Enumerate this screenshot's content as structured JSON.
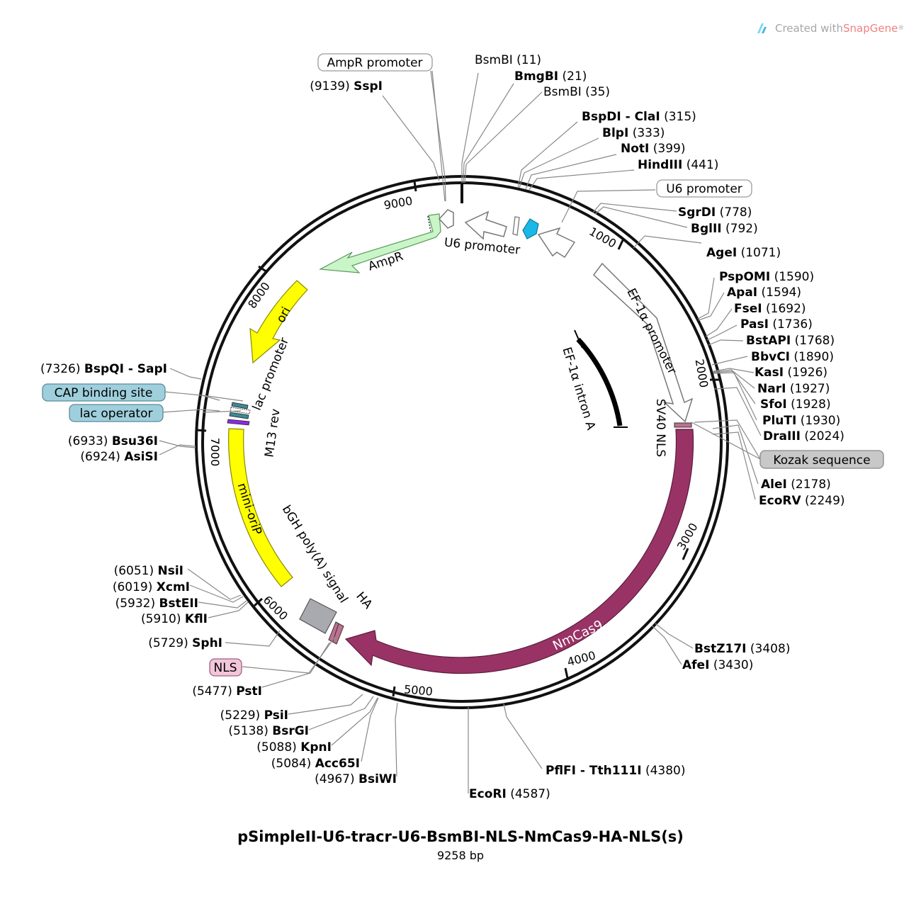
{
  "header": {
    "created_prefix": "Created with ",
    "created_brand": "SnapGene",
    "created_reg": "®"
  },
  "plasmid": {
    "name": "pSimpleII-U6-tracr-U6-BsmBI-NLS-NmCas9-HA-NLS(s)",
    "size_label": "9258 bp",
    "length": 9258
  },
  "colors": {
    "ampr": "#c9f5c9",
    "ori": "#ffff00",
    "nmcas9": "#993366",
    "bgh": "#a9a9b0",
    "nls": "#d98fb0",
    "u6_blue": "#1ab8e8",
    "cap_box": "#9fcfdc",
    "kozak_box": "#c8c8c8",
    "nls_box": "#f2c6d9",
    "lac_teal": "#3d8a94",
    "lac_purple": "#8a2be2"
  },
  "ticks": [
    "1000",
    "2000",
    "3000",
    "4000",
    "5000",
    "6000",
    "7000",
    "8000",
    "9000"
  ],
  "features": {
    "ampr": "AmpR",
    "u6_inner": "U6 promoter",
    "ef1a_promoter": "EF-1α promoter",
    "ef1a_intron": "EF-1α intron A",
    "sv40_nls": "SV40 NLS",
    "nmcas9": "NmCas9",
    "ha": "HA",
    "bgh": "bGH poly(A) signal",
    "mini_orip": "mini-oriP",
    "m13_rev": "M13 rev",
    "lac_promoter": "lac promoter",
    "ori": "ori"
  },
  "boxed_labels": {
    "ampr_promoter": "AmpR promoter",
    "u6_promoter": "U6 promoter",
    "kozak": "Kozak sequence",
    "cap": "CAP binding site",
    "lac_operator": "lac operator",
    "nls": "NLS"
  },
  "right_sites": [
    {
      "name": "BsmBI",
      "pos": "(11)",
      "bold": false
    },
    {
      "name": "BmgBI",
      "pos": "(21)",
      "bold": true
    },
    {
      "name": "BsmBI",
      "pos": "(35)",
      "bold": false
    },
    {
      "name": "BspDI - ClaI",
      "pos": "(315)",
      "bold": true
    },
    {
      "name": "BlpI",
      "pos": "(333)",
      "bold": true
    },
    {
      "name": "NotI",
      "pos": "(399)",
      "bold": true
    },
    {
      "name": "HindIII",
      "pos": "(441)",
      "bold": true
    },
    {
      "name": "SgrDI",
      "pos": "(778)",
      "bold": true
    },
    {
      "name": "BglII",
      "pos": "(792)",
      "bold": true
    },
    {
      "name": "AgeI",
      "pos": "(1071)",
      "bold": true
    },
    {
      "name": "PspOMI",
      "pos": "(1590)",
      "bold": true
    },
    {
      "name": "ApaI",
      "pos": "(1594)",
      "bold": true
    },
    {
      "name": "FseI",
      "pos": "(1692)",
      "bold": true
    },
    {
      "name": "PasI",
      "pos": "(1736)",
      "bold": true
    },
    {
      "name": "BstAPI",
      "pos": "(1768)",
      "bold": true
    },
    {
      "name": "BbvCI",
      "pos": "(1890)",
      "bold": true
    },
    {
      "name": "KasI",
      "pos": "(1926)",
      "bold": true
    },
    {
      "name": "NarI",
      "pos": "(1927)",
      "bold": true
    },
    {
      "name": "SfoI",
      "pos": "(1928)",
      "bold": true
    },
    {
      "name": "PluTI",
      "pos": "(1930)",
      "bold": true
    },
    {
      "name": "DraIII",
      "pos": "(2024)",
      "bold": true
    },
    {
      "name": "AleI",
      "pos": "(2178)",
      "bold": true
    },
    {
      "name": "EcoRV",
      "pos": "(2249)",
      "bold": true
    },
    {
      "name": "BstZ17I",
      "pos": "(3408)",
      "bold": true
    },
    {
      "name": "AfeI",
      "pos": "(3430)",
      "bold": true
    },
    {
      "name": "PflFI - Tth111I",
      "pos": "(4380)",
      "bold": true
    },
    {
      "name": "EcoRI",
      "pos": "(4587)",
      "bold": true
    }
  ],
  "left_sites": [
    {
      "name": "SspI",
      "pos": "(9139)"
    },
    {
      "name": "BspQI - SapI",
      "pos": "(7326)"
    },
    {
      "name": "Bsu36I",
      "pos": "(6933)"
    },
    {
      "name": "AsiSI",
      "pos": "(6924)"
    },
    {
      "name": "NsiI",
      "pos": "(6051)"
    },
    {
      "name": "XcmI",
      "pos": "(6019)"
    },
    {
      "name": "BstEII",
      "pos": "(5932)"
    },
    {
      "name": "KflI",
      "pos": "(5910)"
    },
    {
      "name": "SphI",
      "pos": "(5729)"
    },
    {
      "name": "PstI",
      "pos": "(5477)"
    },
    {
      "name": "PsiI",
      "pos": "(5229)"
    },
    {
      "name": "BsrGI",
      "pos": "(5138)"
    },
    {
      "name": "KpnI",
      "pos": "(5088)"
    },
    {
      "name": "Acc65I",
      "pos": "(5084)"
    },
    {
      "name": "BsiWI",
      "pos": "(4967)"
    }
  ]
}
